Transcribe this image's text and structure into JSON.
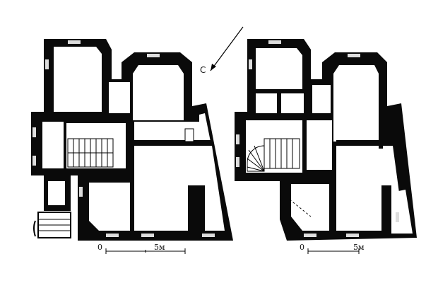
{
  "north": {
    "label": "С"
  },
  "plan_left": {
    "scale": {
      "start": "0",
      "end": "5м"
    }
  },
  "plan_right": {
    "scale": {
      "start": "0",
      "end": "5м"
    }
  }
}
